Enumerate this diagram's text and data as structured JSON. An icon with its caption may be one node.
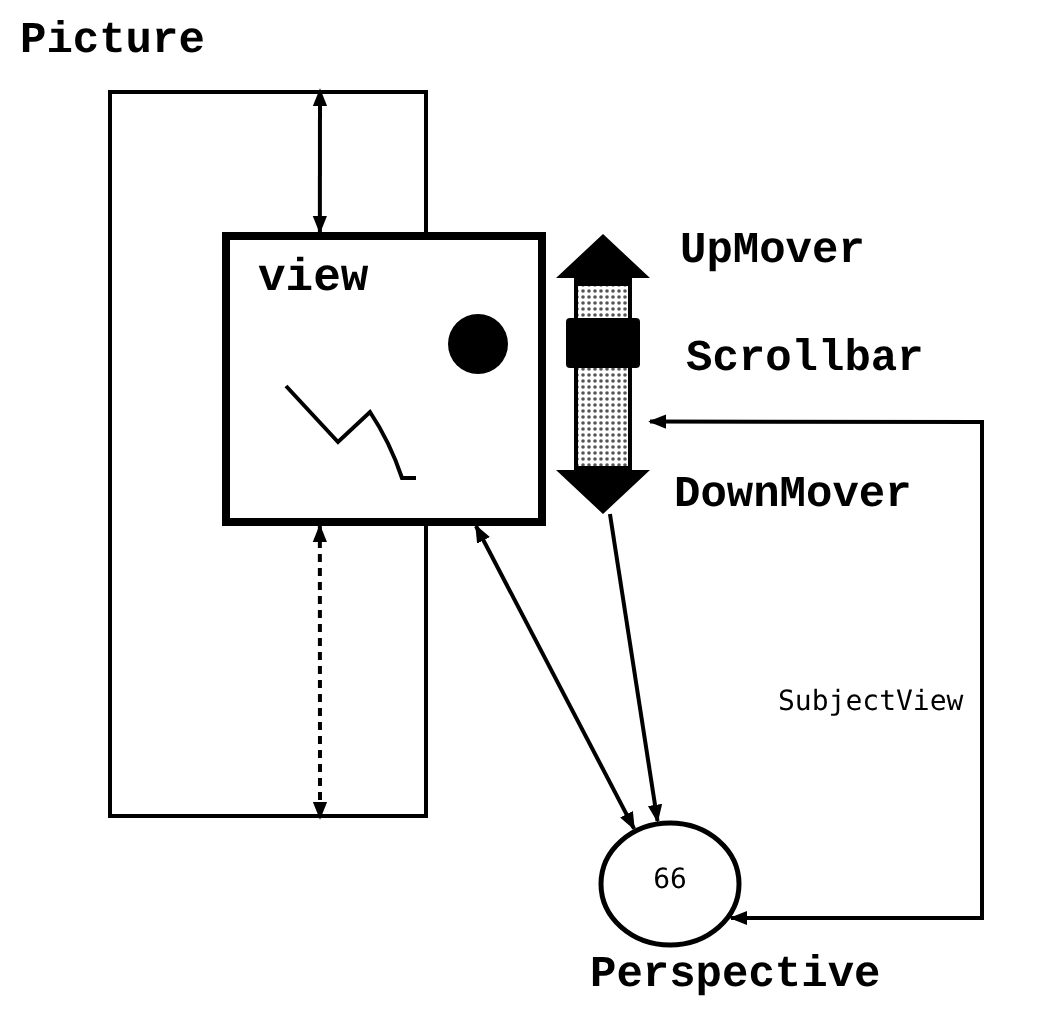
{
  "diagram": {
    "nodes": [
      {
        "text": [
          "Picture"
        ]
      },
      {
        "text": [
          "view"
        ]
      },
      {
        "text": [],
        "shape": "picture",
        "beside": [
          "UpMover",
          "Scrollbar",
          "DownMover"
        ]
      },
      {
        "text": [
          "66"
        ],
        "beside": [
          "Perspective"
        ]
      }
    ],
    "edges": [
      {
        "from": 0,
        "to": 1,
        "arrow": "both"
      },
      {
        "from": 1,
        "to": 0,
        "arrow": "both",
        "style": "dashed"
      },
      {
        "from": 1,
        "to": 3,
        "arrow": "both"
      },
      {
        "from": 2,
        "to": 3,
        "arrow": "to"
      },
      {
        "from": 3,
        "to": 2,
        "arrow": "both",
        "label": "SubjectView"
      }
    ]
  }
}
